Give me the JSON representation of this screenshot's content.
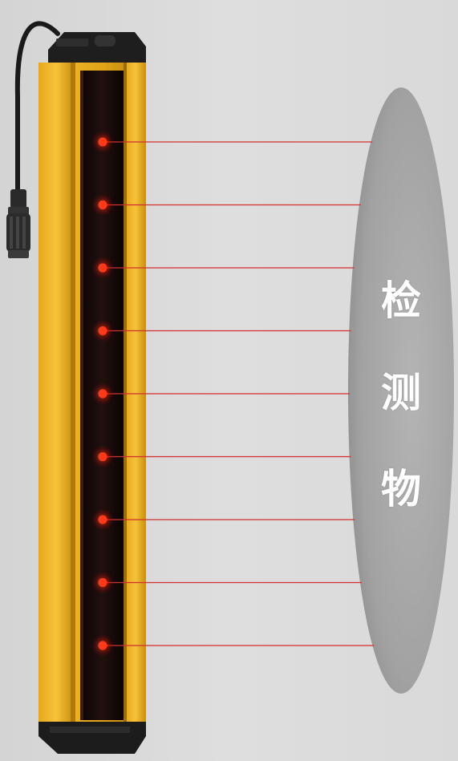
{
  "scene": {
    "object_label_chars": [
      "检",
      "测",
      "物"
    ],
    "colors": {
      "housing": "#e2a418",
      "housing_dark": "#b47f0c",
      "window": "#140707",
      "beam": "#d03030",
      "emitter": "#ff3a1a",
      "object": "#a8a8a8"
    },
    "emitter_count": 9
  }
}
